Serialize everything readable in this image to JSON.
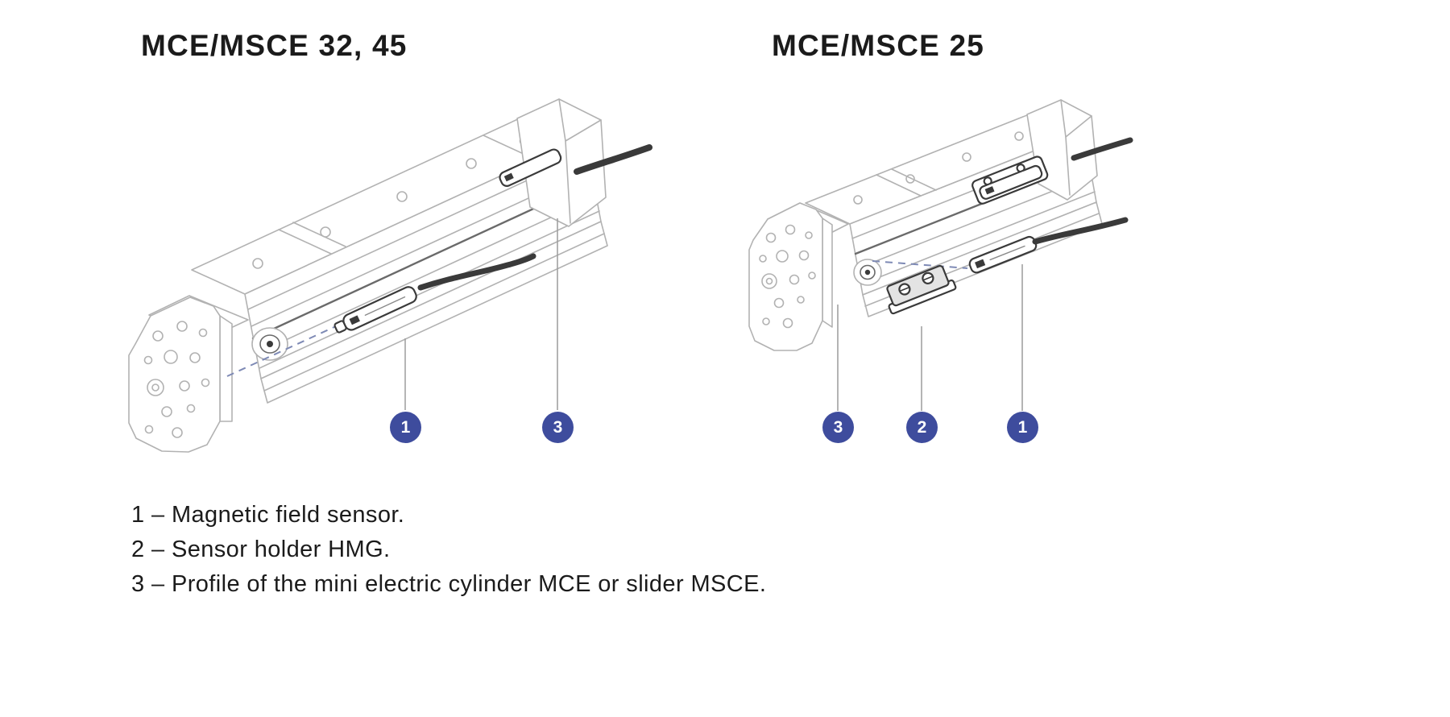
{
  "figures": [
    {
      "title": "MCE/MSCE 32, 45",
      "callouts": [
        {
          "label": "1",
          "points_to": "Magnetic field sensor"
        },
        {
          "label": "3",
          "points_to": "Profile of the mini electric cylinder MCE or slider MSCE"
        }
      ]
    },
    {
      "title": "MCE/MSCE 25",
      "callouts": [
        {
          "label": "3",
          "points_to": "Profile of the mini electric cylinder MCE or slider MSCE"
        },
        {
          "label": "2",
          "points_to": "Sensor holder HMG"
        },
        {
          "label": "1",
          "points_to": "Magnetic field sensor"
        }
      ]
    }
  ],
  "legend": {
    "items": [
      "1 – Magnetic field sensor.",
      "2 – Sensor holder HMG.",
      "3 – Profile of the mini electric cylinder MCE or slider MSCE."
    ]
  },
  "colors": {
    "badge": "#3e4c9d",
    "badge_text": "#ffffff",
    "text": "#1b1b1b",
    "line_art": "#b2b2b2",
    "dark_parts": "#3a3a3a",
    "dashed_guide": "#7e8ab5"
  }
}
